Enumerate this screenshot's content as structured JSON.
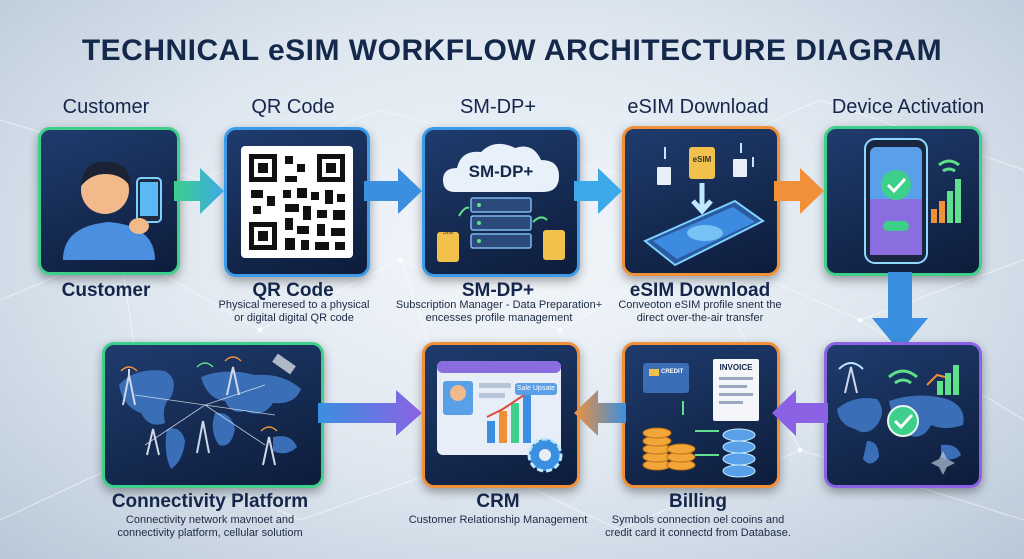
{
  "title": "TECHNICAL eSIM WORKFLOW ARCHITECTURE DIAGRAM",
  "steps": {
    "customer": {
      "top": "Customer",
      "bottom": "Customer"
    },
    "qr": {
      "top": "QR Code",
      "bottom": "QR Code",
      "desc1": "Physical meresed to a physical",
      "desc2": "or digital digital QR code"
    },
    "smdp": {
      "top": "SM-DP+",
      "bottom": "SM-DP+",
      "cloud": "SM-DP+",
      "desc1": "Subscription Manager - Data Preparation+",
      "desc2": "encesses profile management",
      "sim": "SIM"
    },
    "download": {
      "top": "eSIM Download",
      "bottom": "eSIM Download",
      "chip": "eSIM",
      "desc1": "Conveoton eSIM profile snent the",
      "desc2": "direct over-the-air transfer"
    },
    "activation": {
      "top": "Device Activation"
    },
    "connectivity": {
      "bottom": "Connectivity Platform",
      "desc1": "Connectivity network mavnoet and",
      "desc2": "connectivity platform, cellular solutiom"
    },
    "crm": {
      "bottom": "CRM",
      "desc": "Customer Relationship Management",
      "badge": "Sale Upsate"
    },
    "billing": {
      "bottom": "Billing",
      "desc1": "Symbols connection oel cooins and",
      "desc2": "credit card it connectd from Database.",
      "credit": "CREDIT",
      "invoice": "INVOICE"
    }
  },
  "colors": {
    "green": "#3ecf8a",
    "blue": "#3b9be8",
    "orange": "#f0913a",
    "purple": "#8b62e3",
    "navy": "#13284a"
  }
}
